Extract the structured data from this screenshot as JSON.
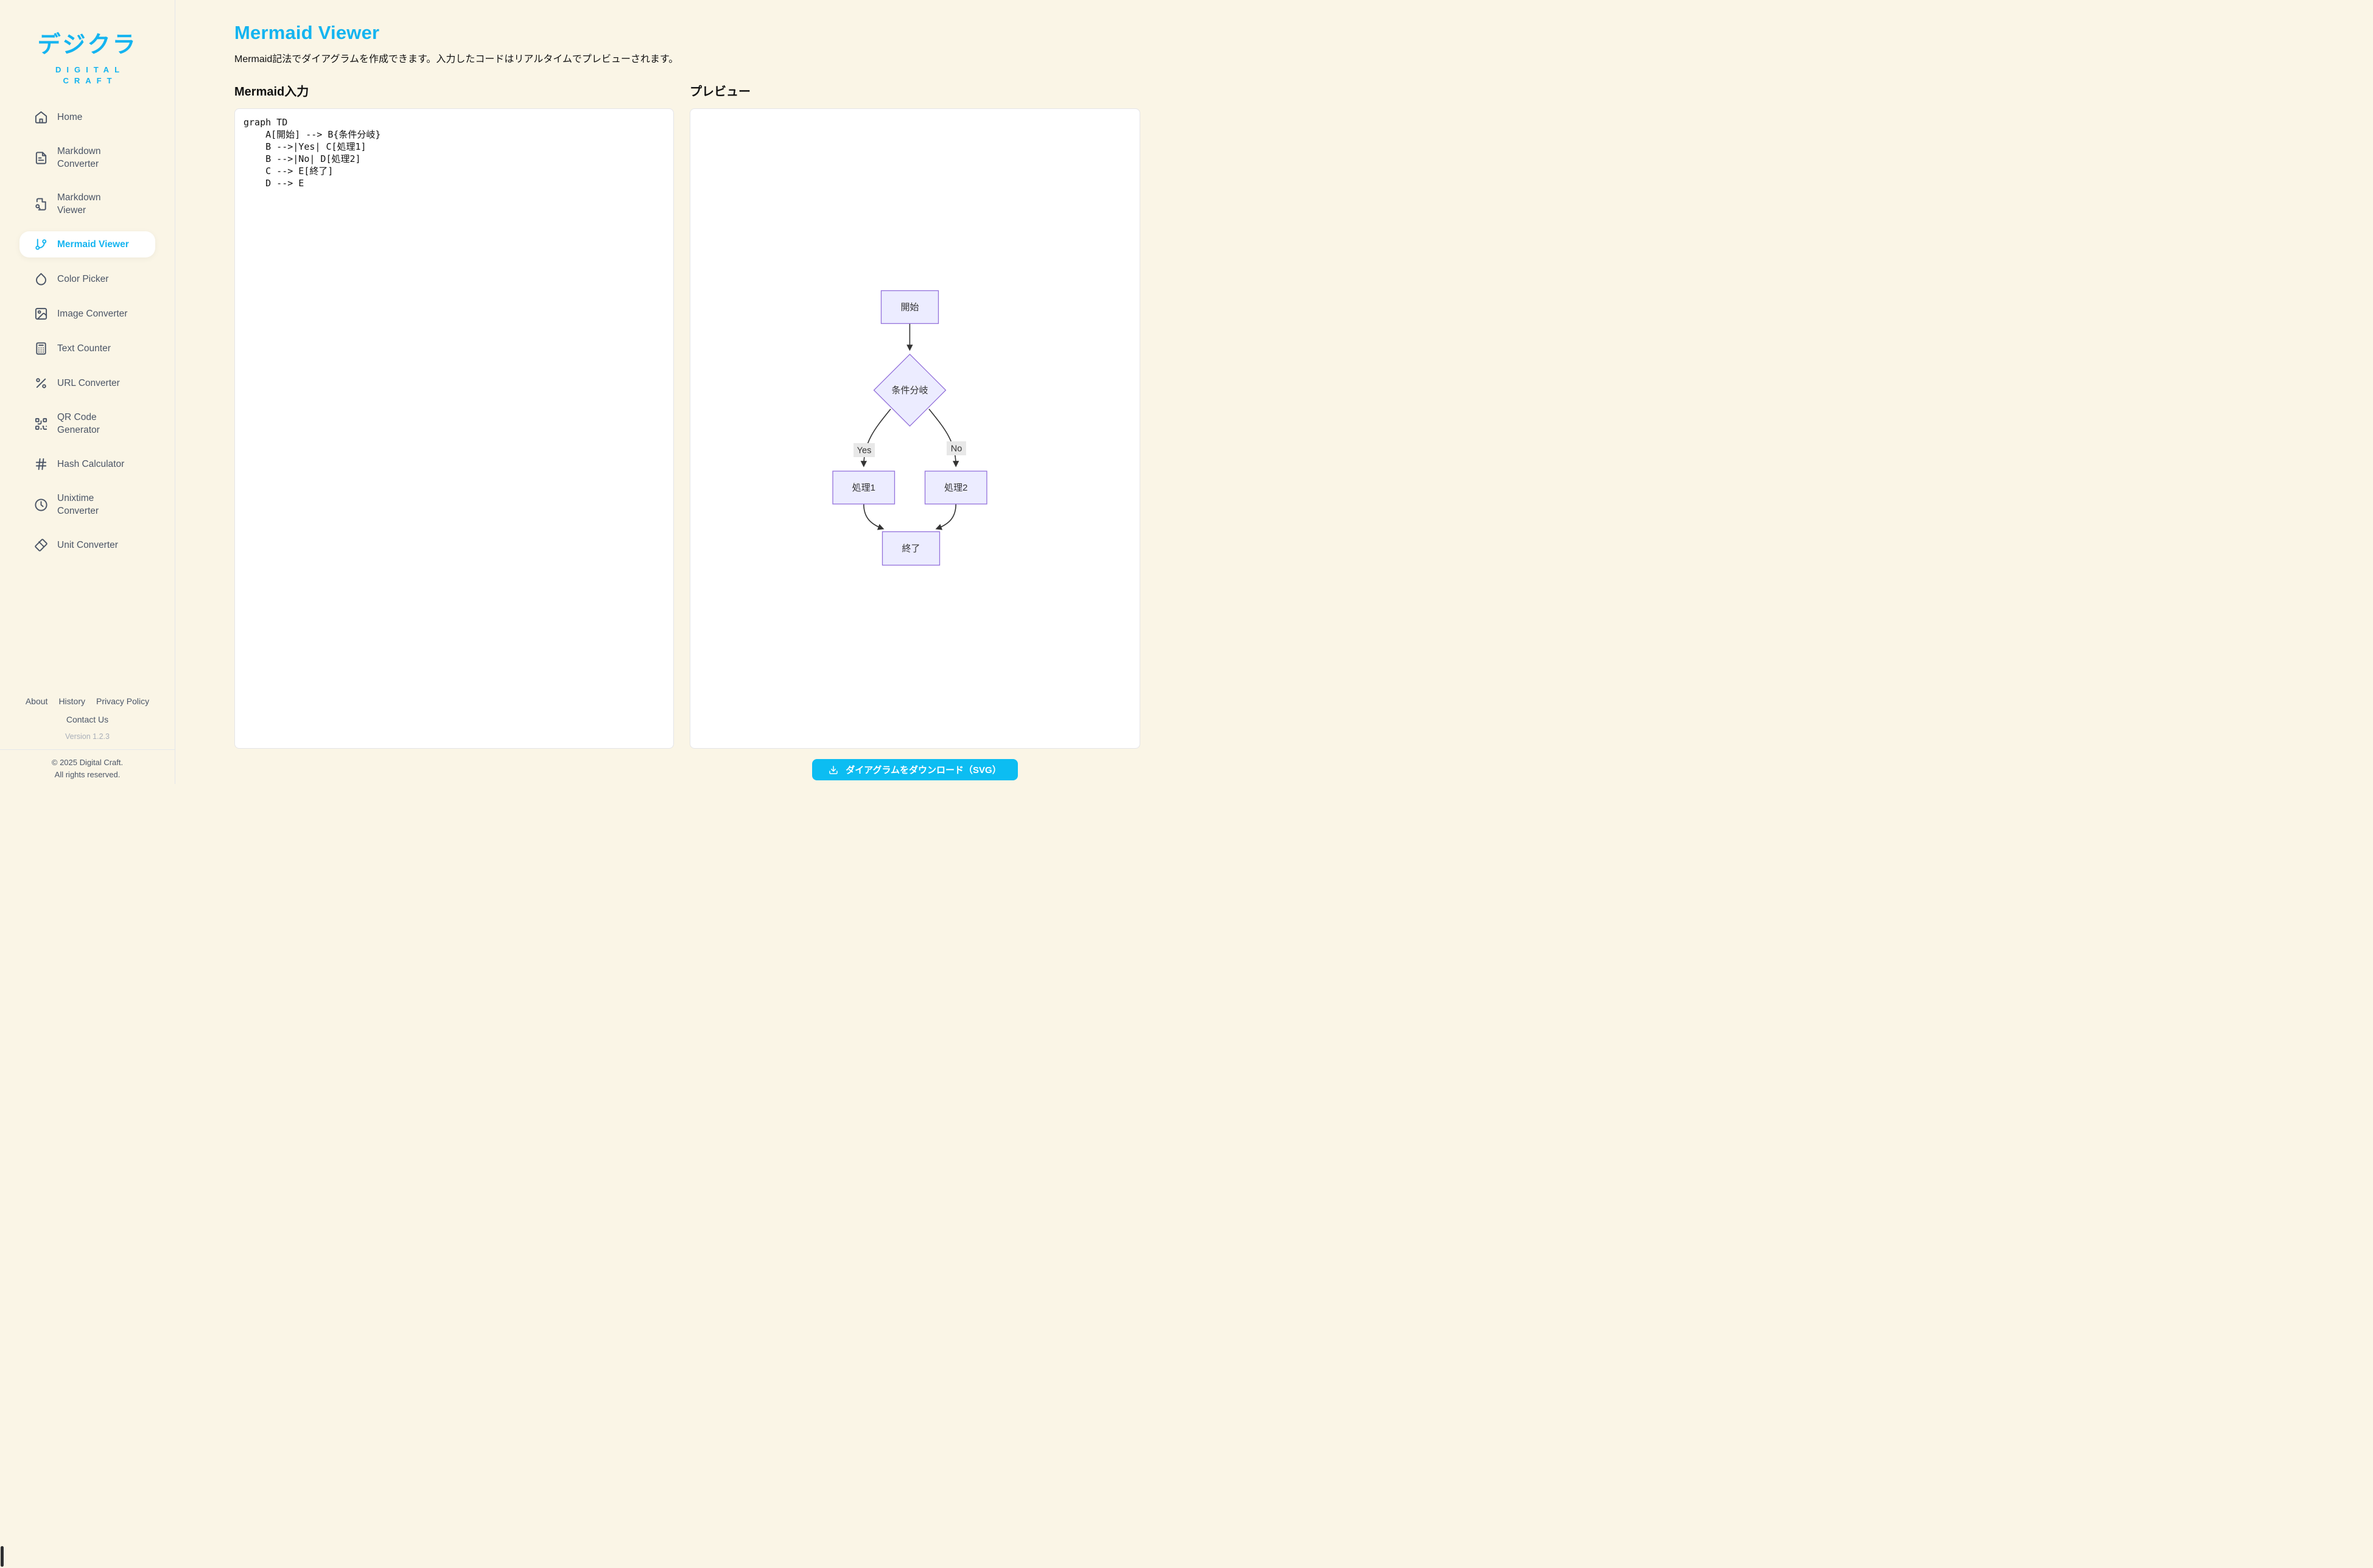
{
  "app": {
    "accent": "#14b4f0",
    "button_color": "#0cbdf2",
    "background": "#faf5e6"
  },
  "logo": {
    "main": "デジクラ",
    "sub1": "DIGITAL",
    "sub2": "CRAFT"
  },
  "sidebar": {
    "items": [
      {
        "label": "Home"
      },
      {
        "label": "Markdown Converter"
      },
      {
        "label": "Markdown Viewer"
      },
      {
        "label": "Mermaid Viewer"
      },
      {
        "label": "Color Picker"
      },
      {
        "label": "Image Converter"
      },
      {
        "label": "Text Counter"
      },
      {
        "label": "URL Converter"
      },
      {
        "label": "QR Code Generator"
      },
      {
        "label": "Hash Calculator"
      },
      {
        "label": "Unixtime Converter"
      },
      {
        "label": "Unit Converter"
      }
    ],
    "footer": {
      "links": [
        "About",
        "History",
        "Privacy Policy"
      ],
      "contact": "Contact Us",
      "version": "Version 1.2.3",
      "copyright1": "© 2025 Digital Craft.",
      "copyright2": "All rights reserved."
    }
  },
  "main": {
    "title": "Mermaid Viewer",
    "subtitle": "Mermaid記法でダイアグラムを作成できます。入力したコードはリアルタイムでプレビューされます。",
    "input_heading": "Mermaid入力",
    "preview_heading": "プレビュー",
    "download_button": "ダイアグラムをダウンロード（SVG）",
    "mermaid_code": "graph TD\n    A[開始] --> B{条件分岐}\n    B -->|Yes| C[処理1]\n    B -->|No| D[処理2]\n    C --> E[終了]\n    D --> E"
  },
  "diagram": {
    "nodes": {
      "a": "開始",
      "b": "条件分岐",
      "c": "処理1",
      "d": "処理2",
      "e": "終了"
    },
    "edge_labels": {
      "yes": "Yes",
      "no": "No"
    },
    "colors": {
      "node_fill": "#ECECFF",
      "node_border": "#9370DB",
      "edge": "#333333",
      "edge_label_bg": "#e8e8e8"
    }
  }
}
